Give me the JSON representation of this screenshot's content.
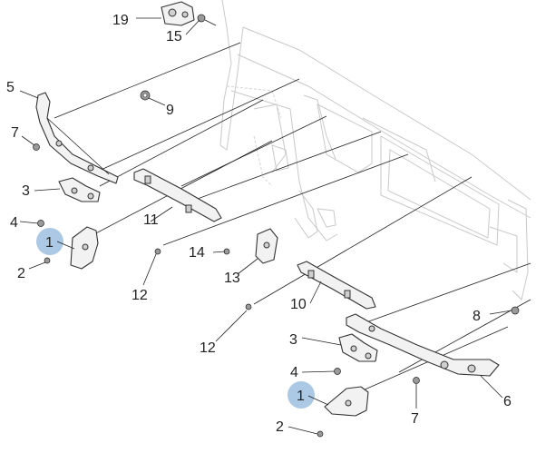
{
  "diagram": {
    "callouts": {
      "c1a": "1",
      "c1b": "1",
      "c2a": "2",
      "c2b": "2",
      "c3a": "3",
      "c3b": "3",
      "c4a": "4",
      "c4b": "4",
      "c5": "5",
      "c6": "6",
      "c7a": "7",
      "c7b": "7",
      "c8": "8",
      "c9": "9",
      "c10": "10",
      "c11": "11",
      "c12a": "12",
      "c12b": "12",
      "c13": "13",
      "c14": "14",
      "c15": "15",
      "c19": "19"
    },
    "highlight_color": "#8fb6dc"
  }
}
